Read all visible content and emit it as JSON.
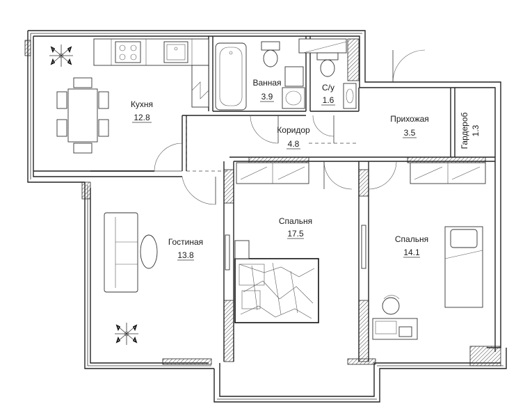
{
  "rooms": [
    {
      "id": "kitchen",
      "name": "Кухня",
      "area": "12.8"
    },
    {
      "id": "bathroom",
      "name": "Ванная",
      "area": "3.9"
    },
    {
      "id": "toilet",
      "name": "С/у",
      "area": "1.6"
    },
    {
      "id": "corridor",
      "name": "Коридор",
      "area": "4.8"
    },
    {
      "id": "hallway",
      "name": "Прихожая",
      "area": "3.5"
    },
    {
      "id": "wardrobe",
      "name": "Гардероб",
      "area": "1.3"
    },
    {
      "id": "living",
      "name": "Гостиная",
      "area": "13.8"
    },
    {
      "id": "bedroom1",
      "name": "Спальня",
      "area": "17.5"
    },
    {
      "id": "bedroom2",
      "name": "Спальня",
      "area": "14.1"
    }
  ]
}
